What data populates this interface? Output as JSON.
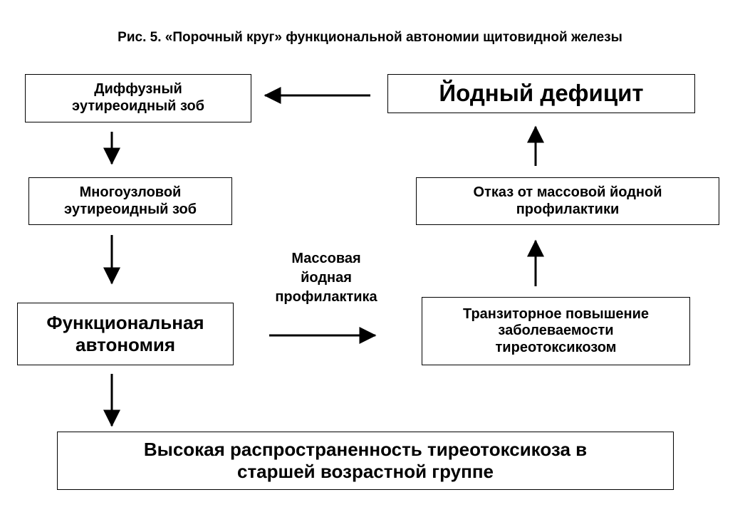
{
  "title": "Рис. 5. «Порочный круг» функциональной автономии щитовидной железы",
  "nodes": {
    "diffuse_goiter": [
      "Диффузный",
      "эутиреоидный зоб"
    ],
    "iodine_deficit": [
      "Йодный дефицит"
    ],
    "multinodular_goiter": [
      "Многоузловой",
      "эутиреоидный зоб"
    ],
    "prophylaxis_refusal": [
      "Отказ от массовой йодной",
      "профилактики"
    ],
    "functional_autonomy": [
      "Функциональная",
      "автономия"
    ],
    "transient_increase": [
      "Транзиторное повышение",
      "заболеваемости",
      "тиреотоксикозом"
    ],
    "high_prevalence": [
      "Высокая распространенность тиреотоксикоза в",
      "старшей возрастной группе"
    ]
  },
  "edge_label": [
    "Массовая",
    "йодная",
    "профилактика"
  ],
  "edges": [
    {
      "from": "iodine_deficit",
      "to": "diffuse_goiter"
    },
    {
      "from": "diffuse_goiter",
      "to": "multinodular_goiter"
    },
    {
      "from": "multinodular_goiter",
      "to": "functional_autonomy"
    },
    {
      "from": "functional_autonomy",
      "to": "high_prevalence"
    },
    {
      "from": "functional_autonomy",
      "to": "transient_increase",
      "label": "Массовая йодная профилактика"
    },
    {
      "from": "transient_increase",
      "to": "prophylaxis_refusal"
    },
    {
      "from": "prophylaxis_refusal",
      "to": "iodine_deficit"
    }
  ]
}
